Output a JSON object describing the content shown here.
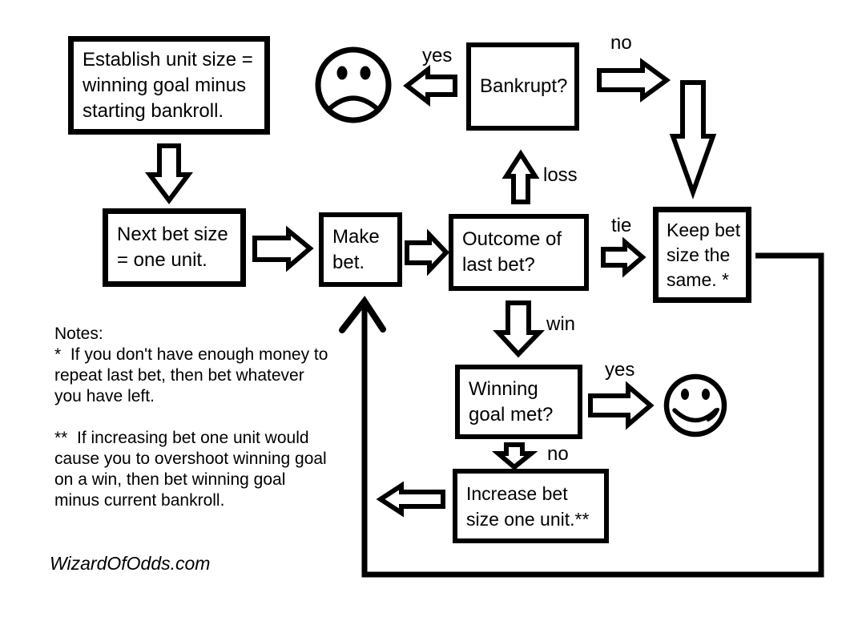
{
  "boxes": {
    "establish": {
      "text": "Establish unit size =\nwinning goal minus\nstarting bankroll."
    },
    "next_bet": {
      "text": "Next bet size\n= one unit."
    },
    "make_bet": {
      "text": "Make\nbet."
    },
    "outcome": {
      "text": "Outcome of\nlast bet?"
    },
    "bankrupt": {
      "text": "Bankrupt?"
    },
    "keep_bet": {
      "text": "Keep bet\nsize the\nsame. *"
    },
    "winning_goal": {
      "text": "Winning\ngoal met?"
    },
    "increase_bet": {
      "text": "Increase bet\nsize one unit.**"
    }
  },
  "labels": {
    "bankrupt_yes": "yes",
    "bankrupt_no": "no",
    "loss": "loss",
    "tie": "tie",
    "win": "win",
    "goal_yes": "yes",
    "goal_no": "no"
  },
  "notes": {
    "text": "Notes:\n*  If you don't have enough money to\nrepeat last bet, then bet whatever\nyou have left.\n\n**  If increasing bet one unit would\ncause you to overshoot winning goal\non a win, then bet winning goal\nminus current bankroll."
  },
  "footer": {
    "site": "WizardOfOdds.com"
  },
  "icons": {
    "sad_face": "sad-face-icon",
    "happy_face": "happy-face-icon"
  },
  "colors": {
    "ink": "#000000",
    "background": "#ffffff"
  }
}
